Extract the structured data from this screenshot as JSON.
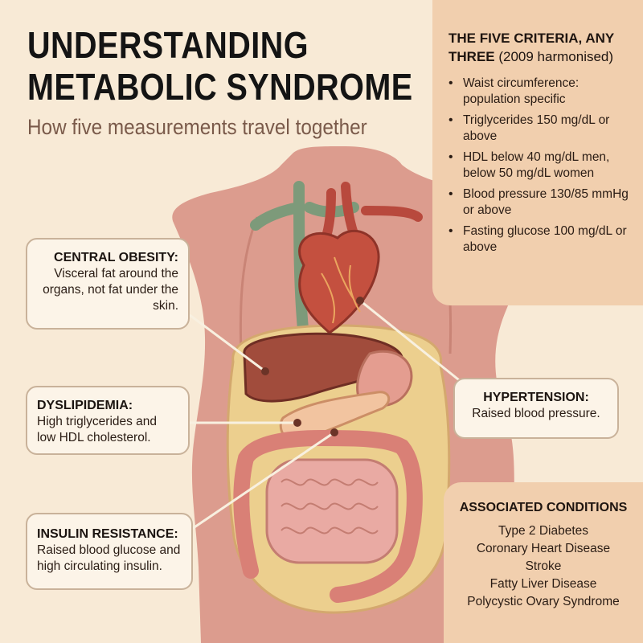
{
  "header": {
    "title_line1": "UNDERSTANDING",
    "title_line2": "METABOLIC SYNDROME",
    "subtitle": "How five measurements travel together"
  },
  "criteria": {
    "title_bold": "THE FIVE CRITERIA, ANY THREE",
    "title_note": "(2009 harmonised)",
    "items": [
      "Waist circumference: population specific",
      "Triglycerides 150 mg/dL or above",
      "HDL below 40 mg/dL men, below 50 mg/dL women",
      "Blood pressure 130/85 mmHg or above",
      "Fasting glucose 100 mg/dL or above"
    ]
  },
  "callouts": {
    "central_obesity": {
      "title": "CENTRAL OBESITY:",
      "text": "Visceral fat around the organs, not fat under the skin."
    },
    "dyslipidemia": {
      "title": "DYSLIPIDEMIA:",
      "text": "High triglycerides and low HDL cholesterol."
    },
    "insulin_resistance": {
      "title": "INSULIN RESISTANCE:",
      "text": "Raised blood glucose and high circulating insulin."
    },
    "hypertension": {
      "title": "HYPERTENSION:",
      "text": "Raised blood pressure."
    }
  },
  "associated": {
    "title": "ASSOCIATED CONDITIONS",
    "items": [
      "Type 2 Diabetes",
      "Coronary Heart Disease",
      "Stroke",
      "Fatty Liver Disease",
      "Polycystic Ovary Syndrome"
    ]
  },
  "colors": {
    "background": "#f8ead6",
    "panel": "#f1cfae",
    "skin": "#dc9c8e",
    "fat": "#eccf8e",
    "heart": "#c4503f",
    "liver": "#a14c3c",
    "intestine": "#e9aaa3",
    "vein": "#7d9a7a"
  }
}
